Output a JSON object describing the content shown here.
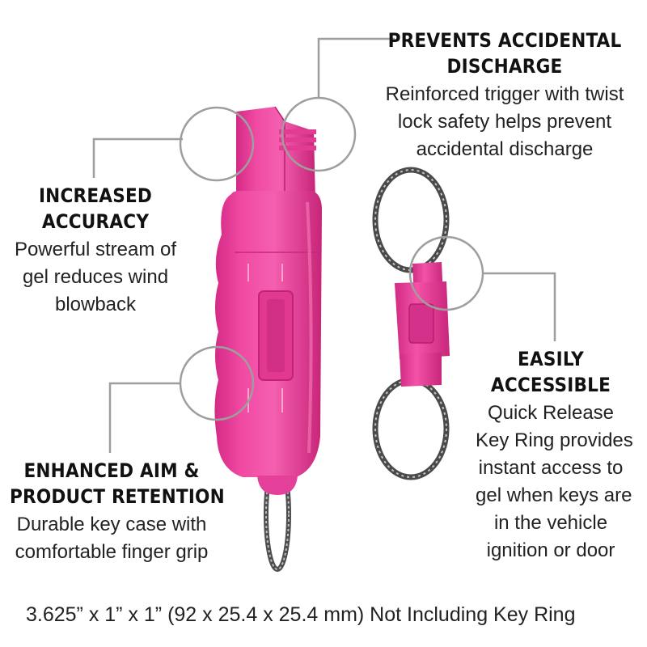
{
  "callouts": {
    "prevent_discharge": {
      "title": [
        "PREVENTS ACCIDENTAL",
        "DISCHARGE"
      ],
      "body": [
        "Reinforced trigger with twist",
        "lock safety helps prevent",
        "accidental discharge"
      ]
    },
    "increased_accuracy": {
      "title": [
        "INCREASED",
        "ACCURACY"
      ],
      "body": [
        "Powerful stream of",
        "gel reduces wind",
        "blowback"
      ]
    },
    "enhanced_aim": {
      "title": [
        "ENHANCED AIM &",
        "PRODUCT RETENTION"
      ],
      "body": [
        "Durable key case with",
        "comfortable finger grip"
      ]
    },
    "easily_accessible": {
      "title": [
        "EASILY",
        "ACCESSIBLE"
      ],
      "body": [
        "Quick Release",
        "Key Ring provides",
        "instant access to",
        "gel when keys are",
        "in the vehicle",
        "ignition or door"
      ]
    }
  },
  "footer_note": "3.625” x 1” x 1” (92 x 25.4 x 25.4 mm) Not Including Key Ring",
  "colors": {
    "product_pink": "#ef3f9c",
    "product_pink_dark": "#c9277c",
    "callout_line": "#9e9e9e",
    "key_ring_metal": "#5a5a5a"
  },
  "icons": [
    "pepper-spray-canister",
    "quick-release-clip",
    "split-key-ring"
  ]
}
